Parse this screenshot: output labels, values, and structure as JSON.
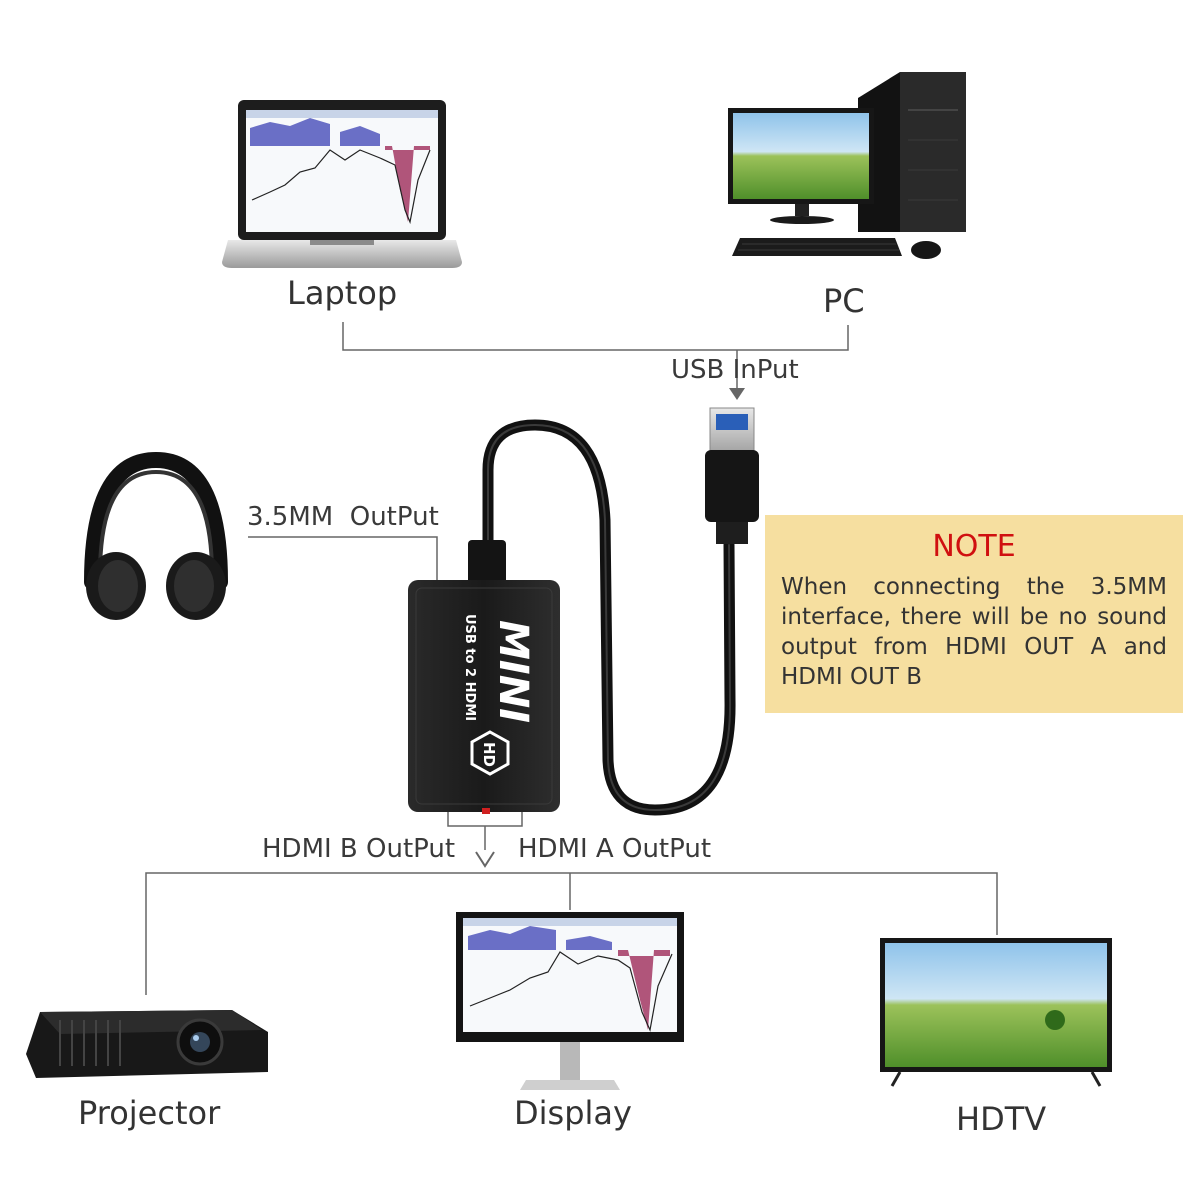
{
  "devices": {
    "laptop": "Laptop",
    "pc": "PC",
    "projector": "Projector",
    "display": "Display",
    "hdtv": "HDTV"
  },
  "ports": {
    "usb_input": "USB InPut",
    "audio_output": "3.5MM  OutPut",
    "hdmi_b_output": "HDMI B OutPut",
    "hdmi_a_output": "HDMI A OutPut"
  },
  "adapter": {
    "brand": "MINI",
    "model": "USB to 2 HDMI",
    "logo": "HD"
  },
  "note": {
    "title": "NOTE",
    "text": "When connecting the 3.5MM interface, there will be no sound output from HDMI OUT A and HDMI OUT B"
  },
  "colors": {
    "note_bg": "#f6dfa0",
    "note_title": "#d01010",
    "line": "#555555",
    "device_body": "#1c1c1c"
  },
  "icons": [
    "laptop-icon",
    "pc-tower-icon",
    "monitor-icon",
    "keyboard-icon",
    "mouse-icon",
    "headphones-icon",
    "usb-plug-icon",
    "adapter-icon",
    "projector-icon",
    "display-icon",
    "hdtv-icon",
    "arrow-down-icon"
  ]
}
